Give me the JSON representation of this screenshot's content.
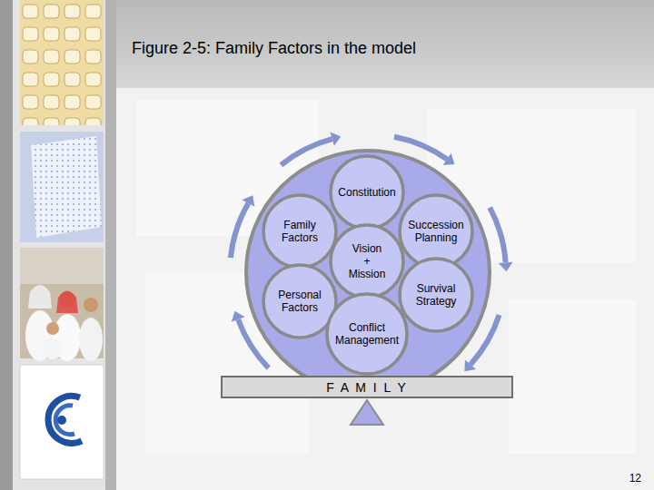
{
  "diagram": {
    "title": "Figure 2-5: Family Factors in the model",
    "nodes": [
      {
        "text": [
          "Constitution"
        ]
      },
      {
        "text": [
          "Family Factors"
        ]
      },
      {
        "text": [
          "Succession Planning"
        ]
      },
      {
        "text": [
          "Vision + Mission"
        ]
      },
      {
        "text": [
          "Personal Factors"
        ]
      },
      {
        "text": [
          "Survival Strategy"
        ]
      },
      {
        "text": [
          "Conflict Management"
        ]
      },
      {
        "text": [
          "F A M I L Y"
        ]
      }
    ],
    "labels": [
      "12"
    ]
  }
}
